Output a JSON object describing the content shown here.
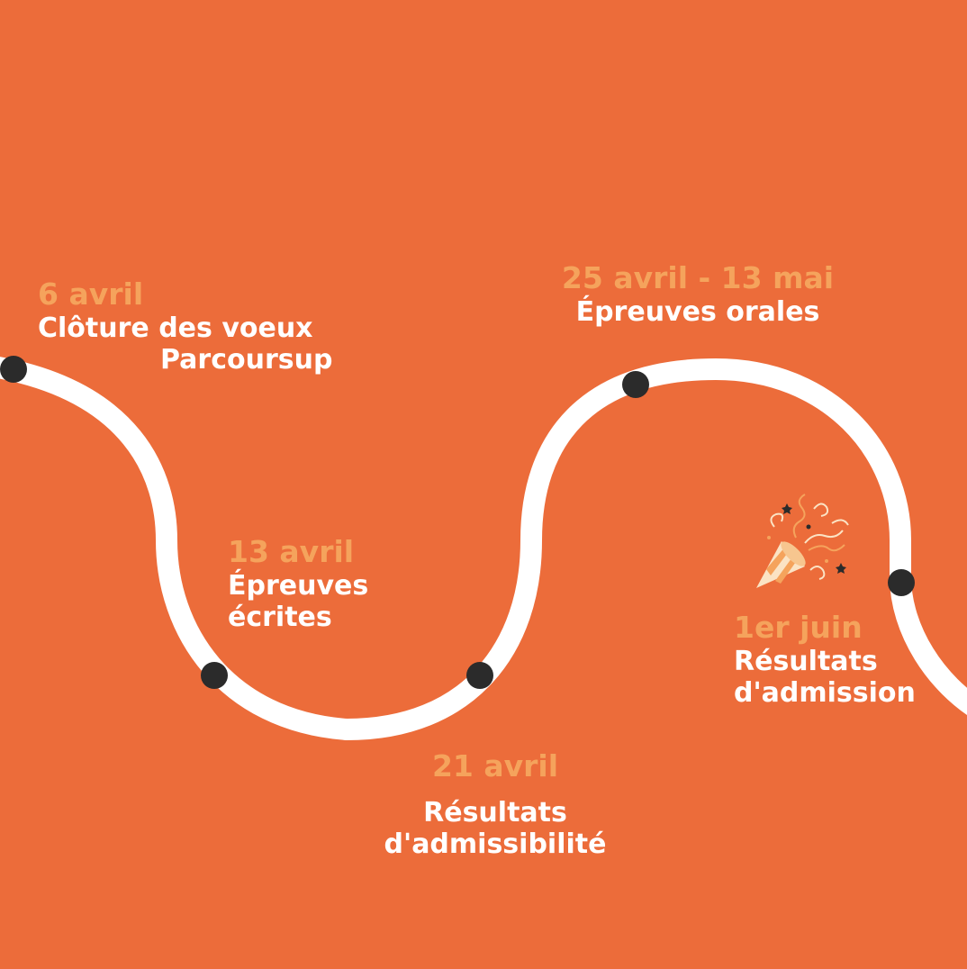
{
  "milestones": [
    {
      "date": "6 avril",
      "lines": [
        "Clôture des voeux",
        "Parcoursup"
      ]
    },
    {
      "date": "13 avril",
      "lines": [
        "Épreuves",
        "écrites"
      ]
    },
    {
      "date": "21 avril",
      "lines": [
        "Résultats",
        "d'admissibilité"
      ]
    },
    {
      "date": "25 avril - 13 mai",
      "lines": [
        "Épreuves orales"
      ]
    },
    {
      "date": "1er juin",
      "lines": [
        "Résultats",
        "d'admission"
      ]
    }
  ],
  "colors": {
    "background": "#ec6c3a",
    "path": "#ffffff",
    "dot": "#2b2b2b",
    "date_text": "#f5a35c",
    "label_text": "#ffffff"
  },
  "icons": {
    "celebration": "party-popper-icon"
  }
}
